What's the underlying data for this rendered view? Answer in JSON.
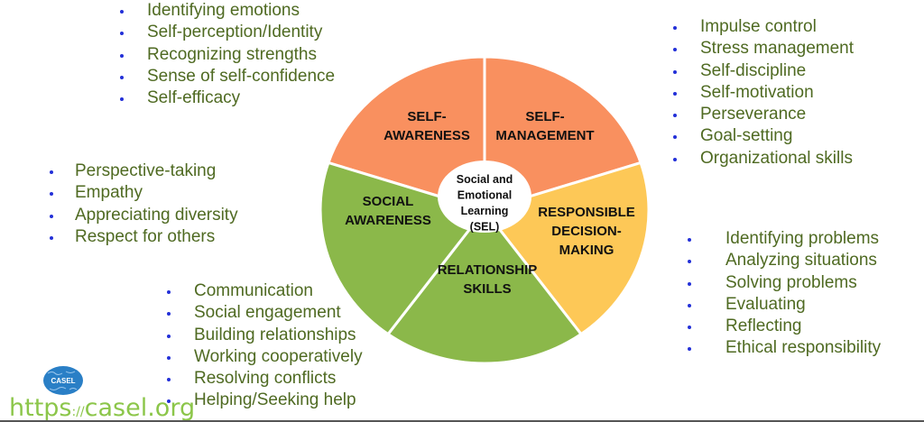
{
  "wheel": {
    "center": [
      "Social and",
      "Emotional",
      "Learning",
      "(SEL)"
    ],
    "segments": [
      {
        "id": "self-awareness",
        "lines": [
          "SELF-",
          "AWARENESS"
        ],
        "color": "#f9905f"
      },
      {
        "id": "self-management",
        "lines": [
          "SELF-",
          "MANAGEMENT"
        ],
        "color": "#f9905f"
      },
      {
        "id": "responsible-decision-making",
        "lines": [
          "RESPONSIBLE",
          "DECISION-",
          "MAKING"
        ],
        "color": "#fdc857"
      },
      {
        "id": "relationship-skills",
        "lines": [
          "RELATIONSHIP",
          "SKILLS"
        ],
        "color": "#8bb84a"
      },
      {
        "id": "social-awareness",
        "lines": [
          "SOCIAL",
          "AWARENESS"
        ],
        "color": "#8bb84a"
      }
    ]
  },
  "lists": {
    "self_awareness": [
      "Identifying emotions",
      "Self-perception/Identity",
      "Recognizing strengths",
      "Sense of self-confidence",
      "Self-efficacy"
    ],
    "self_management": [
      "Impulse control",
      "Stress management",
      "Self-discipline",
      "Self-motivation",
      "Perseverance",
      "Goal-setting",
      "Organizational skills"
    ],
    "social_awareness": [
      "Perspective-taking",
      "Empathy",
      "Appreciating diversity",
      "Respect for others"
    ],
    "relationship_skills": [
      "Communication",
      "Social engagement",
      "Building relationships",
      "Working cooperatively",
      "Resolving conflicts",
      "Helping/Seeking help"
    ],
    "decision_making": [
      "Identifying problems",
      "Analyzing situations",
      "Solving problems",
      "Evaluating",
      "Reflecting",
      "Ethical responsibility"
    ]
  },
  "logo": {
    "text": "CASEL"
  },
  "url": {
    "scheme": "https",
    "sep": "://",
    "host": "casel.org"
  },
  "colors": {
    "text": "#4f6a22",
    "bullet": "#2330d8",
    "url": "#8cc64a"
  }
}
